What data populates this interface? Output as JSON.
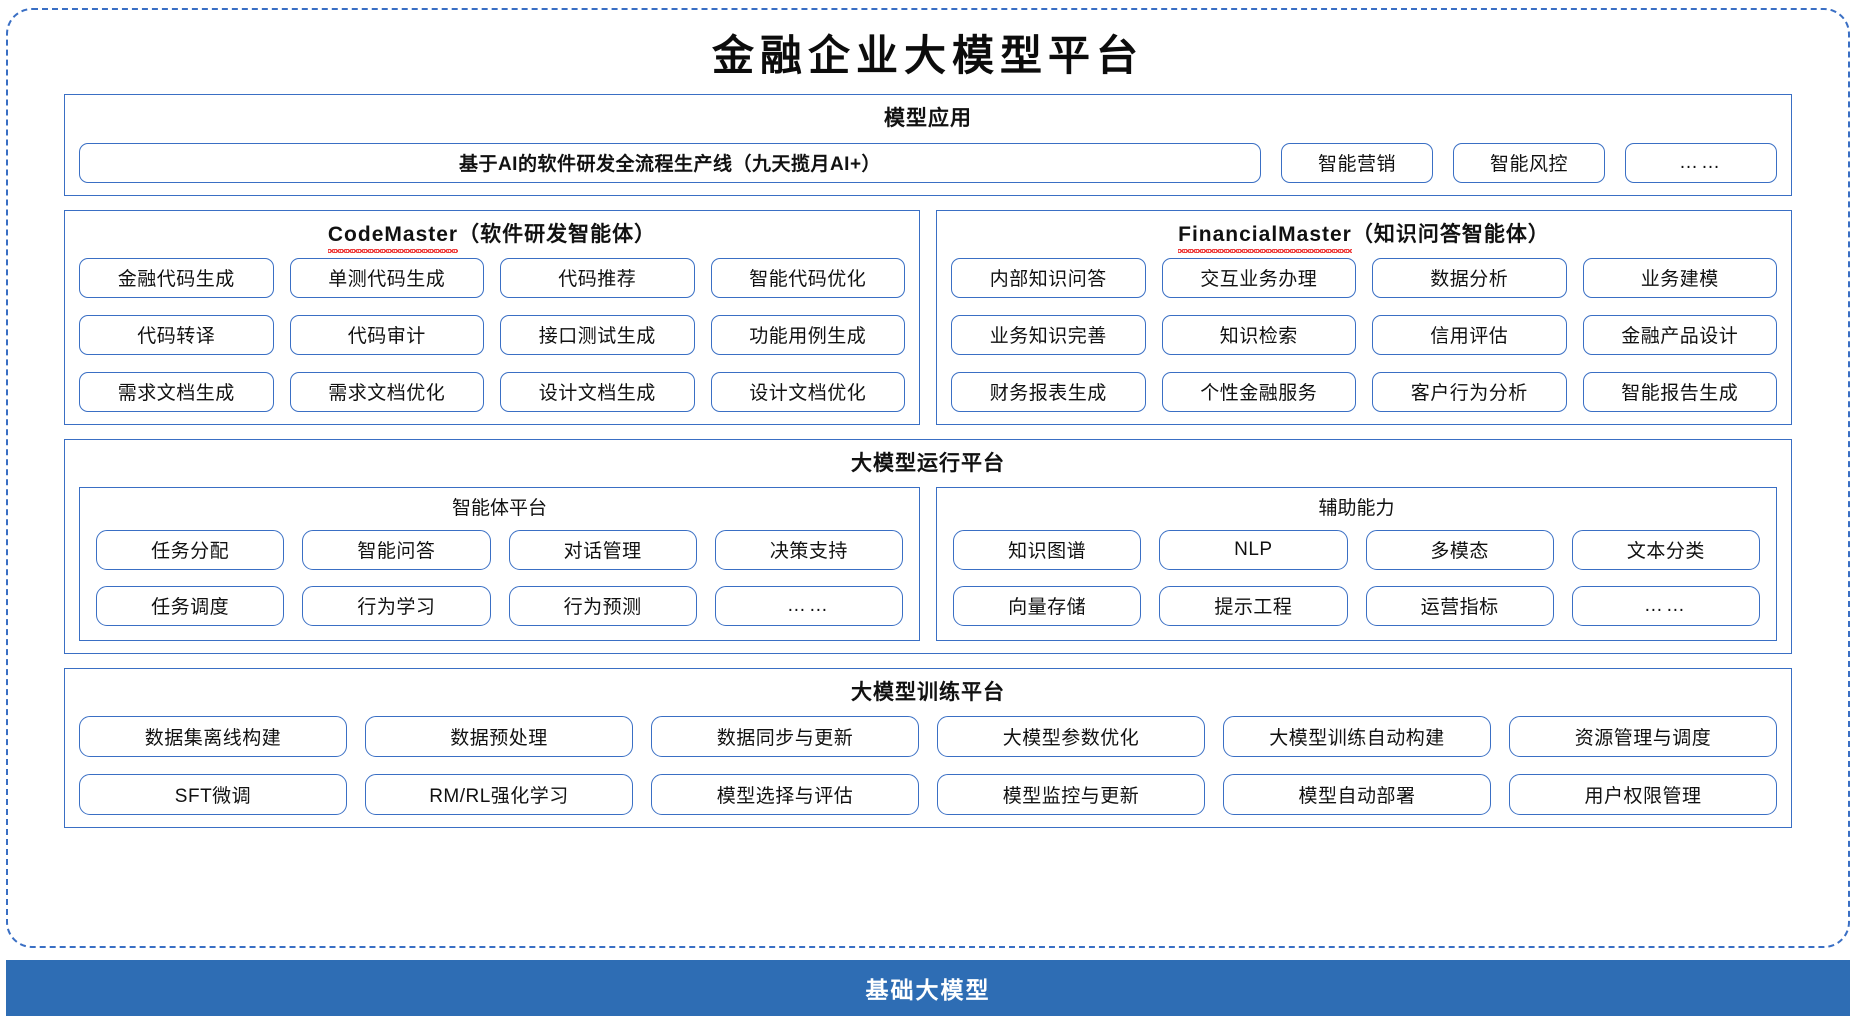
{
  "title": "金融企业大模型平台",
  "colors": {
    "border_blue": "#3a6fc4",
    "foundation_bar": "#2E6DB4",
    "spellcheck_red": "#ee3333",
    "text": "#111111"
  },
  "model_application": {
    "title": "模型应用",
    "primary": "基于AI的软件研发全流程生产线（九天揽月AI+）",
    "items": [
      "智能营销",
      "智能风控",
      "……"
    ]
  },
  "agents": [
    {
      "name_latin": "CodeMaster",
      "name_cn": "（软件研发智能体）",
      "spellcheck_underline": true,
      "items": [
        "金融代码生成",
        "单测代码生成",
        "代码推荐",
        "智能代码优化",
        "代码转译",
        "代码审计",
        "接口测试生成",
        "功能用例生成",
        "需求文档生成",
        "需求文档优化",
        "设计文档生成",
        "设计文档优化"
      ]
    },
    {
      "name_latin": "FinancialMaster",
      "name_cn": "（知识问答智能体）",
      "spellcheck_underline": true,
      "items": [
        "内部知识问答",
        "交互业务办理",
        "数据分析",
        "业务建模",
        "业务知识完善",
        "知识检索",
        "信用评估",
        "金融产品设计",
        "财务报表生成",
        "个性金融服务",
        "客户行为分析",
        "智能报告生成"
      ]
    }
  ],
  "run_platform": {
    "title": "大模型运行平台",
    "groups": [
      {
        "title": "智能体平台",
        "items": [
          "任务分配",
          "智能问答",
          "对话管理",
          "决策支持",
          "任务调度",
          "行为学习",
          "行为预测",
          "……"
        ]
      },
      {
        "title": "辅助能力",
        "items": [
          "知识图谱",
          "NLP",
          "多模态",
          "文本分类",
          "向量存储",
          "提示工程",
          "运营指标",
          "……"
        ]
      }
    ]
  },
  "training_platform": {
    "title": "大模型训练平台",
    "items": [
      "数据集离线构建",
      "数据预处理",
      "数据同步与更新",
      "大模型参数优化",
      "大模型训练自动构建",
      "资源管理与调度",
      "SFT微调",
      "RM/RL强化学习",
      "模型选择与评估",
      "模型监控与更新",
      "模型自动部署",
      "用户权限管理"
    ]
  },
  "foundation": {
    "label": "基础大模型"
  }
}
